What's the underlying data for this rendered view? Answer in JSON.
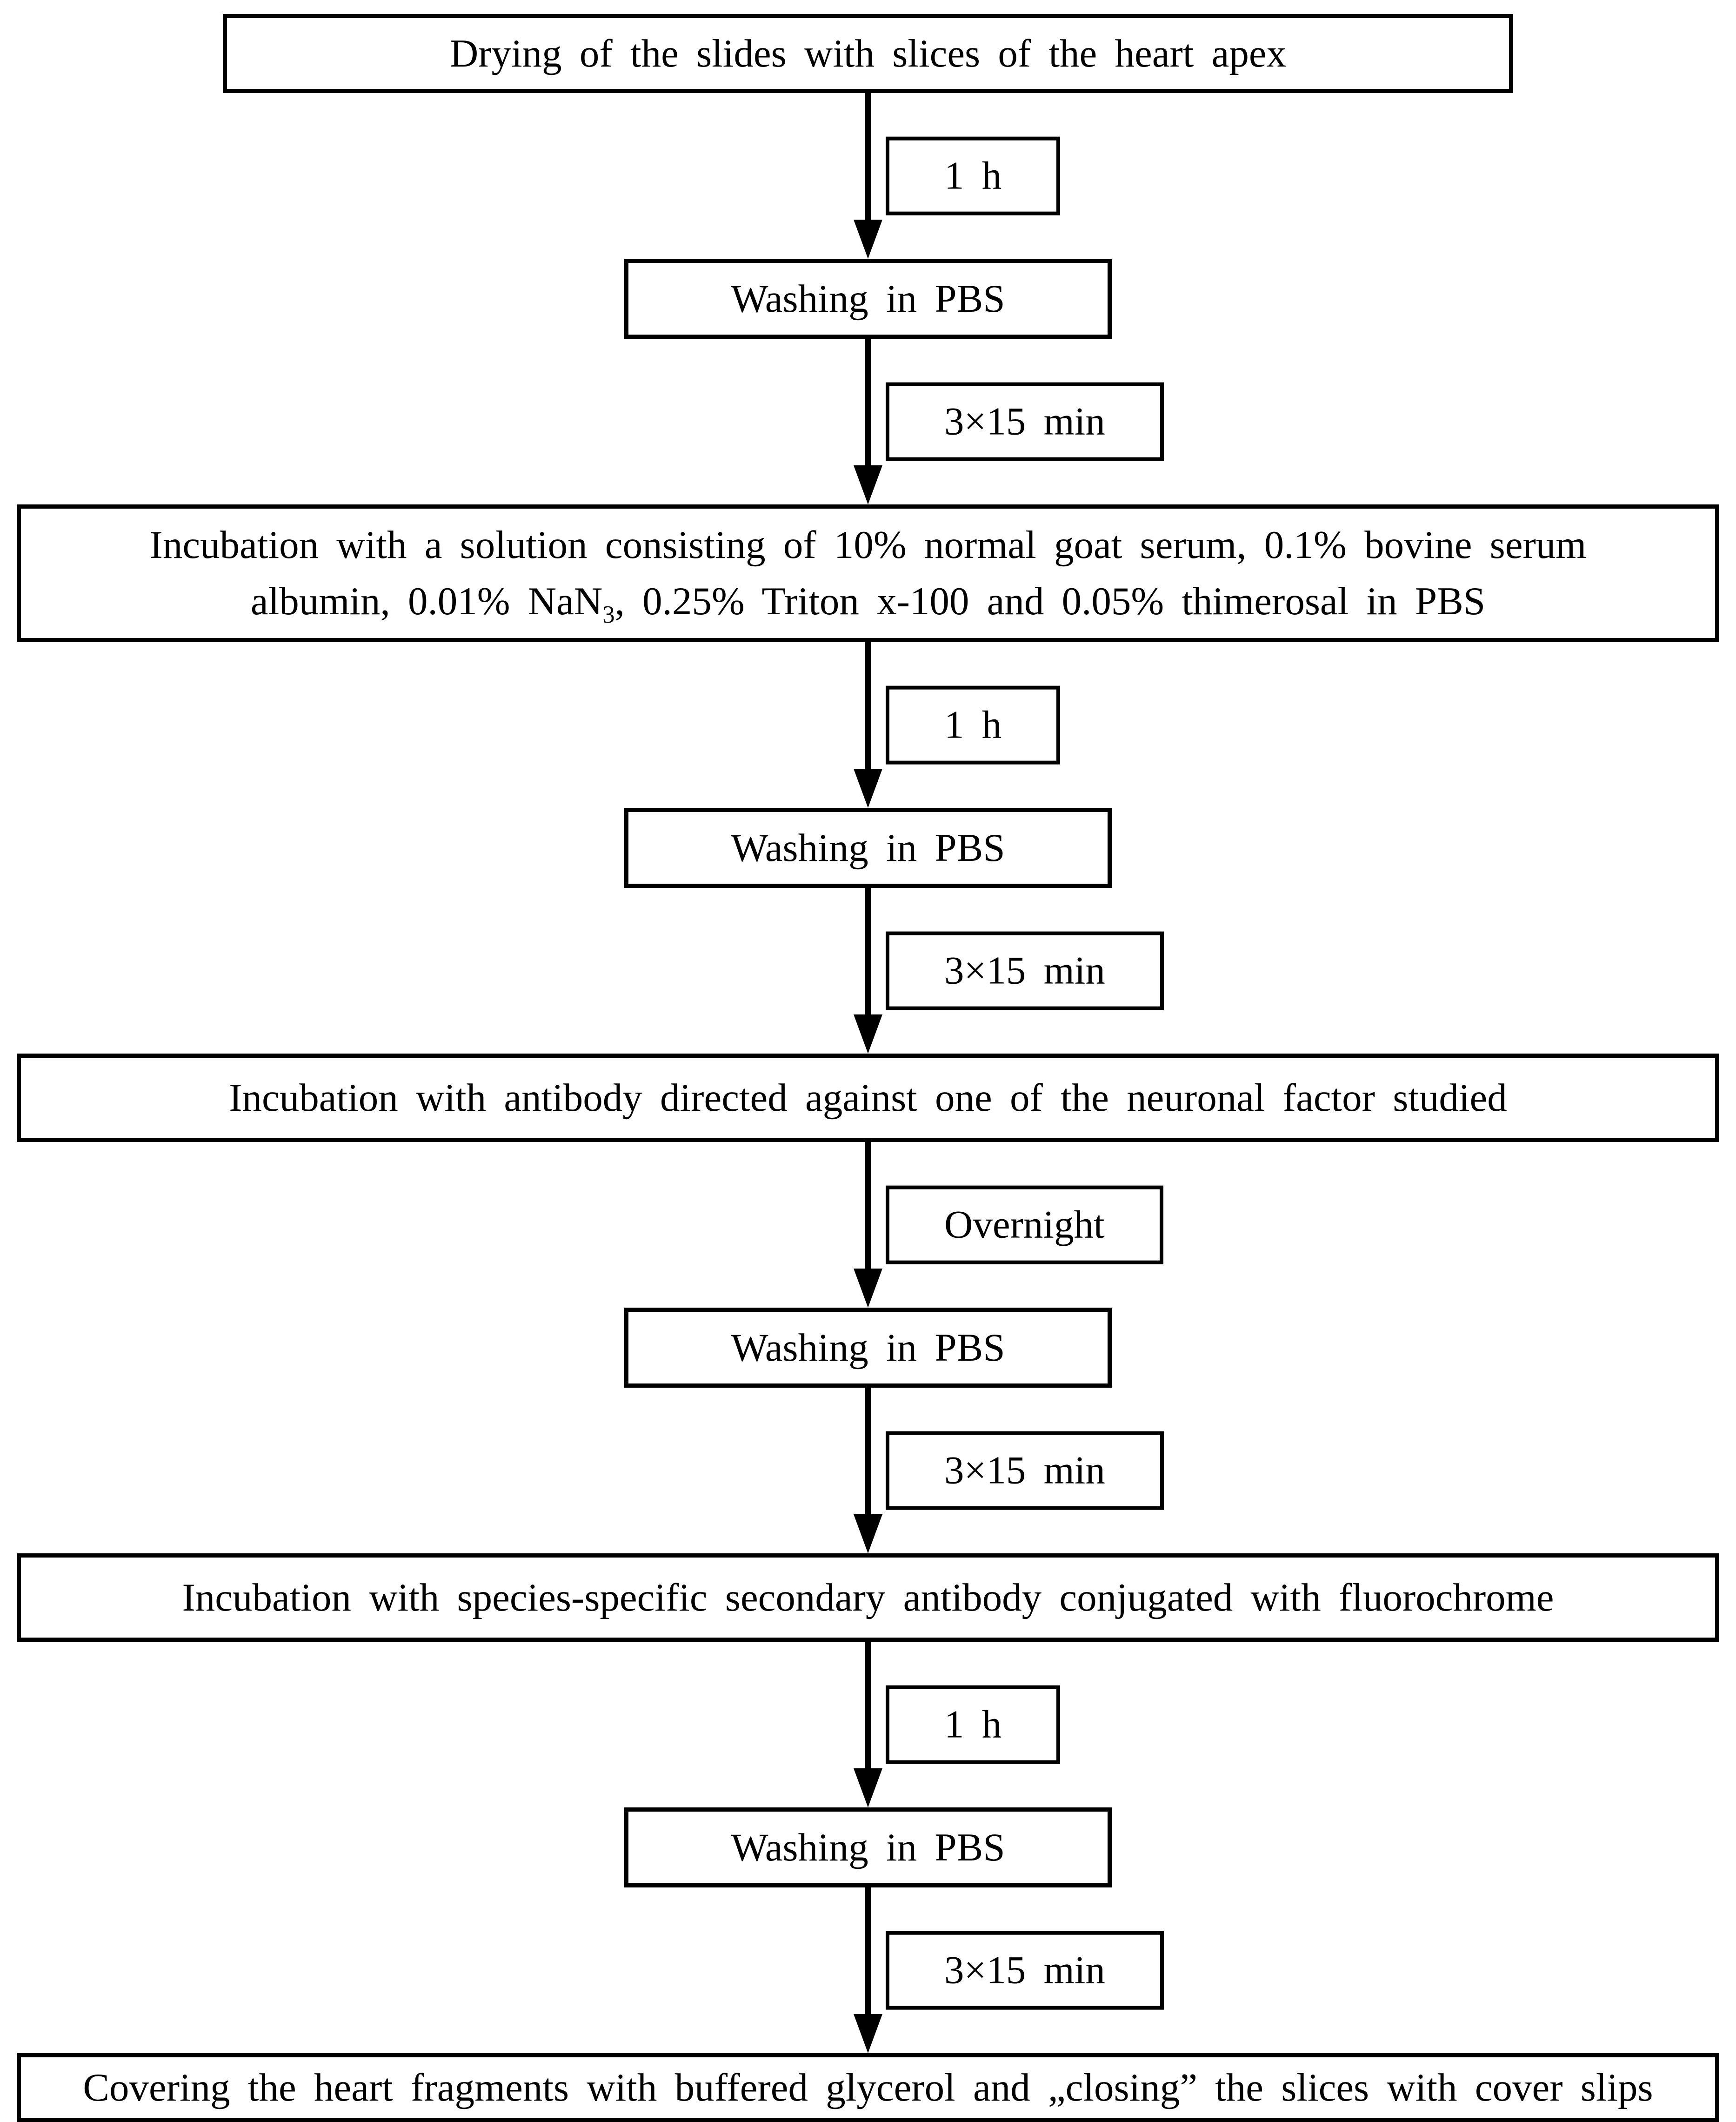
{
  "figure": {
    "description": "Immunofluorescence staining protocol flowchart",
    "colors": {
      "background": "#ffffff",
      "line": "#000000",
      "text": "#000000"
    },
    "steps": [
      {
        "kind": "box",
        "text": "Drying of the slides with slices of the heart apex"
      },
      {
        "kind": "arrow",
        "label": "1 h"
      },
      {
        "kind": "box",
        "text": "Washing in PBS"
      },
      {
        "kind": "arrow",
        "label": "3×15 min"
      },
      {
        "kind": "box",
        "line1": "Incubation with a solution consisting of 10% normal goat serum, 0.1% bovine serum",
        "line2_pre": "albumin, 0.01% NaN",
        "line2_sub": "3",
        "line2_post": ", 0.25% Triton x-100 and 0.05% thimerosal in PBS"
      },
      {
        "kind": "arrow",
        "label": "1 h"
      },
      {
        "kind": "box",
        "text": "Washing in PBS"
      },
      {
        "kind": "arrow",
        "label": "3×15 min"
      },
      {
        "kind": "box",
        "text": "Incubation with antibody directed against one of the neuronal factor studied"
      },
      {
        "kind": "arrow",
        "label": "Overnight"
      },
      {
        "kind": "box",
        "text": "Washing in PBS"
      },
      {
        "kind": "arrow",
        "label": "3×15 min"
      },
      {
        "kind": "box",
        "text": "Incubation with species-specific secondary antibody conjugated with fluorochrome"
      },
      {
        "kind": "arrow",
        "label": "1 h"
      },
      {
        "kind": "box",
        "text": "Washing in PBS"
      },
      {
        "kind": "arrow",
        "label": "3×15 min"
      },
      {
        "kind": "box",
        "text": "Covering the heart fragments with buffered glycerol and „closing” the slices with cover slips"
      }
    ]
  }
}
